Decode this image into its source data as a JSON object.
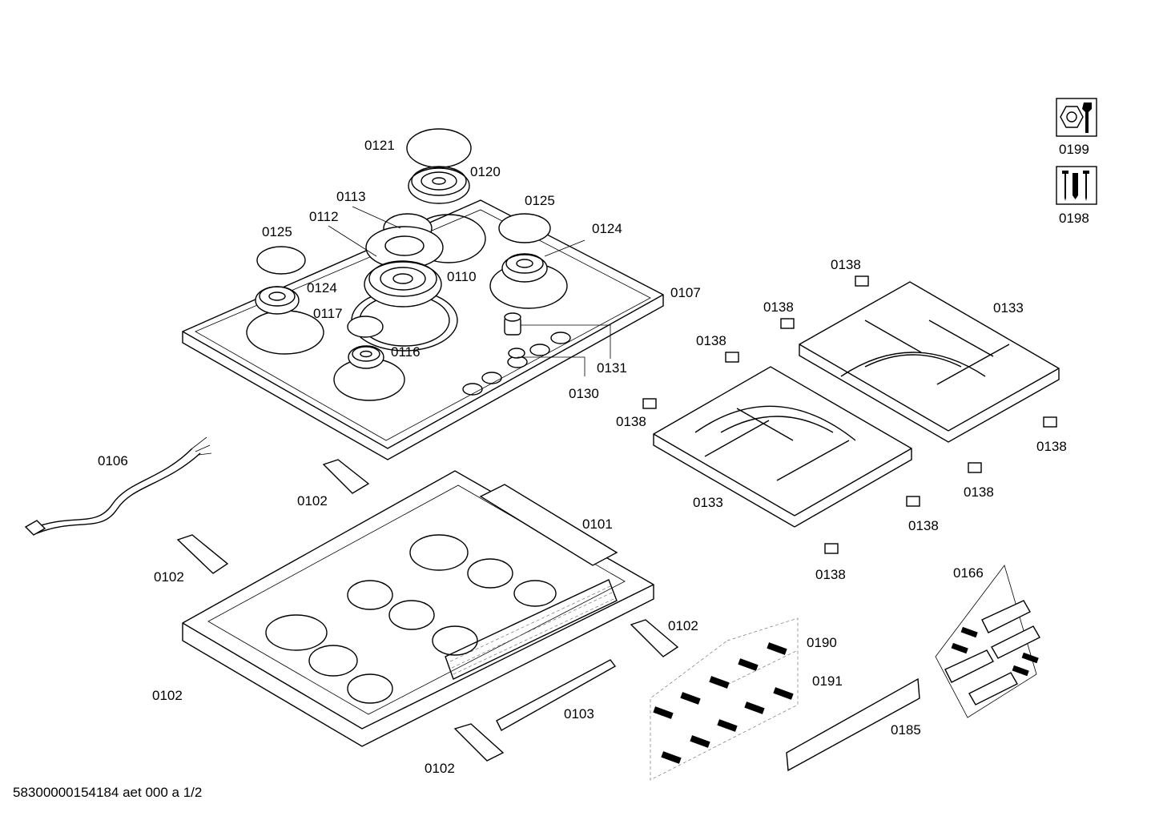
{
  "document_id": "58300000154184 aet 000 a 1/2",
  "callouts": {
    "c0121": "0121",
    "c0120": "0120",
    "c0113": "0113",
    "c0112": "0112",
    "c0125a": "0125",
    "c0125b": "0125",
    "c0124a": "0124",
    "c0124b": "0124",
    "c0110": "0110",
    "c0117": "0117",
    "c0116": "0116",
    "c0107": "0107",
    "c0131": "0131",
    "c0130": "0130",
    "c0199": "0199",
    "c0198": "0198",
    "c0138a": "0138",
    "c0138b": "0138",
    "c0138c": "0138",
    "c0138d": "0138",
    "c0138e": "0138",
    "c0138f": "0138",
    "c0138g": "0138",
    "c0138h": "0138",
    "c0133a": "0133",
    "c0133b": "0133",
    "c0106": "0106",
    "c0102a": "0102",
    "c0102b": "0102",
    "c0102c": "0102",
    "c0102d": "0102",
    "c0102e": "0102",
    "c0101": "0101",
    "c0103": "0103",
    "c0166": "0166",
    "c0190": "0190",
    "c0191": "0191",
    "c0185": "0185"
  },
  "icons": {
    "service_icon": "wrench-nut-icon",
    "fastener_icon": "screws-icon"
  }
}
